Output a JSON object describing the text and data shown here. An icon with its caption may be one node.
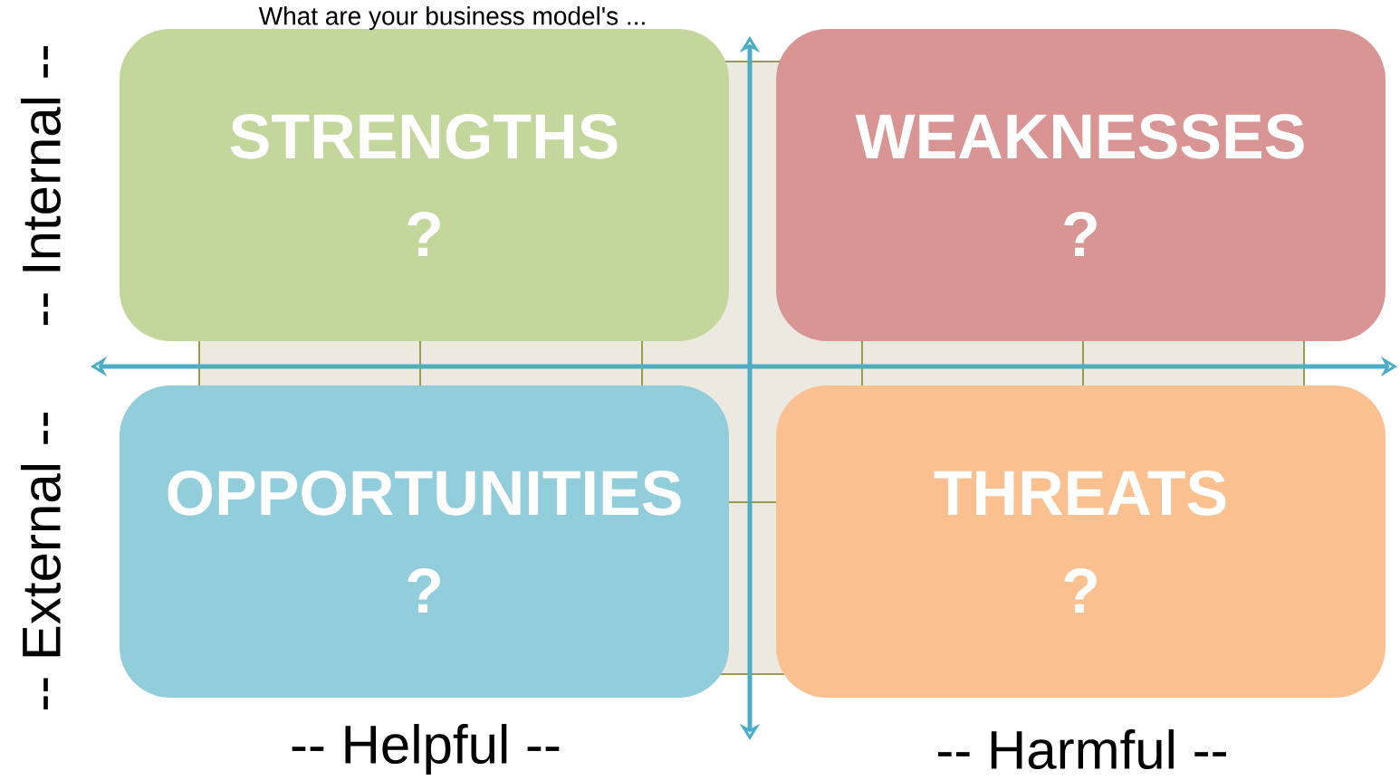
{
  "diagram": {
    "title": "What are your business model's ...",
    "nodes": [
      {
        "text": [
          "STRENGTHS",
          "?"
        ]
      },
      {
        "text": [
          "WEAKNESSES",
          "?"
        ]
      },
      {
        "text": [
          "OPPORTUNITIES",
          "?"
        ]
      },
      {
        "text": [
          "THREATS",
          "?"
        ]
      }
    ],
    "labels": [
      "-- Internal --",
      "-- External --",
      "-- Helpful --",
      "-- Harmful --"
    ]
  }
}
